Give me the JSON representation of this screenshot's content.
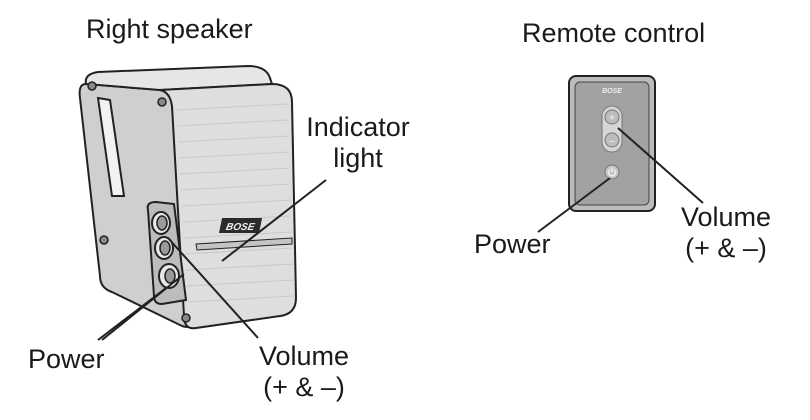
{
  "titles": {
    "speaker": "Right speaker",
    "remote": "Remote control"
  },
  "speaker_callouts": {
    "indicator_line1": "Indicator",
    "indicator_line2": "light",
    "power": "Power",
    "volume_line1": "Volume",
    "volume_line2": "(+ & –)"
  },
  "remote_callouts": {
    "power": "Power",
    "volume_line1": "Volume",
    "volume_line2": "(+ & –)"
  },
  "logos": {
    "speaker_logo": "BOSE",
    "remote_logo": "BOSE"
  },
  "remote_buttons": {
    "plus": "+",
    "minus": "–"
  },
  "colors": {
    "speaker_body": "#d6d6d6",
    "speaker_face": "#e3e3e3",
    "remote_outer": "#bcbcbc",
    "remote_inner": "#9c9c9c",
    "outline": "#222222"
  }
}
